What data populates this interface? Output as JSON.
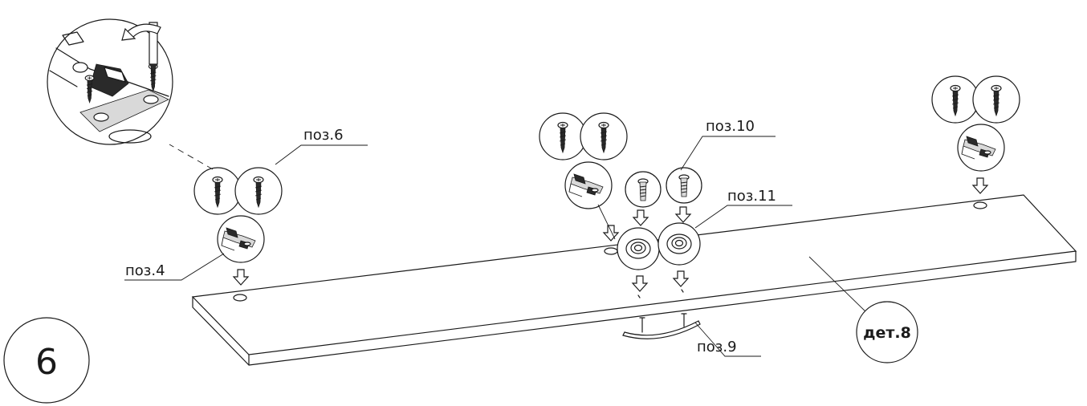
{
  "step": {
    "number": "6"
  },
  "labels": {
    "poz4": "поз.4",
    "poz6": "поз.6",
    "poz9": "поз.9",
    "poz10": "поз.10",
    "poz11": "поз.11",
    "det8": "дет.8"
  }
}
